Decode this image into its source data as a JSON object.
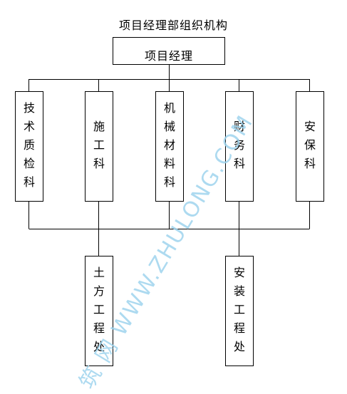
{
  "title": "项目经理部组织机构",
  "manager": "项目经理",
  "departments": [
    {
      "name": "技术质检科"
    },
    {
      "name": "施工科"
    },
    {
      "name": "机械材料科"
    },
    {
      "name": "财务科"
    },
    {
      "name": "安保科"
    }
  ],
  "divisions": [
    {
      "name": "土方工程处"
    },
    {
      "name": "安装工程处"
    }
  ],
  "watermark": "筑 网 WWW.ZHULONG.COM",
  "colors": {
    "line": "#000000",
    "watermark": "#9fd4ee"
  }
}
